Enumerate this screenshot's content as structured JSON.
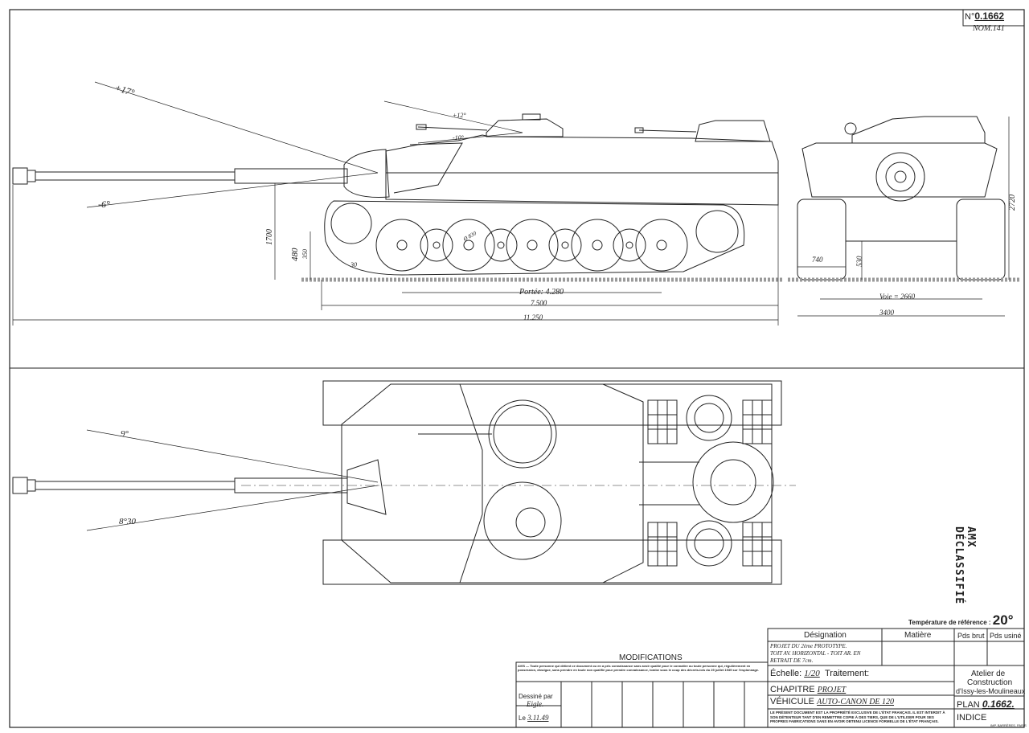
{
  "drawing": {
    "number_prefix": "N°",
    "number": "0.1662",
    "nomenclature": "NOM.141",
    "reference_temperature_label": "Température de référence :",
    "reference_temperature": "20°"
  },
  "side_view": {
    "angles": {
      "elevation": "+17°",
      "depression": "-6°",
      "mg_up": "+12°",
      "mg_down": "-10°"
    },
    "dims": {
      "height": "1700",
      "ground_clearance": "480",
      "ground_clearance2": "350",
      "wheel_diam": "Ø 830",
      "track_contact": "Portée: 4.280",
      "hull_length": "7.500",
      "overall_length": "11.250",
      "small": "30"
    }
  },
  "front_view": {
    "dims": {
      "height": "2720",
      "track_width": "740",
      "clearance": "530",
      "track_gauge": "Voie = 2660",
      "width": "3400"
    }
  },
  "top_view": {
    "angles": {
      "left": "9°",
      "right": "8°30"
    }
  },
  "title_block": {
    "modifications_title": "MODIFICATIONS",
    "warning_text": "AVIS — Toute personne qui détient ce document ou en a pris connaissance sans avoir qualité pour le connaître ou toute personne qui, régulièrement en possession, divulgue, sans prendre en toute non qualifié pour prendre connaissance, tombe sous le coup des décrets-lois du 29 juillet 1939 sur l'espionnage.",
    "drawn_by_label": "Dessiné par",
    "drawn_by": "Eigle.",
    "date_label": "Le",
    "date": "3.11.49",
    "designation_label": "Désignation",
    "material_label": "Matière",
    "gross_weight_label": "Pds brut",
    "machined_weight_label": "Pds usiné",
    "designation_lines": [
      "PROJET DU 2ème PROTOTYPE.",
      "TOIT AV. HORIZONTAL - TOIT AR. EN",
      "RETRAIT DE 7cm."
    ],
    "scale_label": "Échelle:",
    "scale": "1/20",
    "treatment_label": "Traitement:",
    "chapter_label": "CHAPITRE",
    "chapter": "PROJET",
    "vehicle_label": "VÉHICULE",
    "vehicle": "AUTO-CANON DE 120",
    "plan_label": "PLAN",
    "plan": "0.1662.",
    "index_label": "INDICE",
    "workshop": [
      "Atelier de",
      "Construction",
      "d'Issy-les-Moulineaux"
    ],
    "property_notice": "LE PRÉSENT DOCUMENT EST LA PROPRIÉTÉ EXCLUSIVE DE L'ÉTAT FRANÇAIS. IL EST INTERDIT À SON DÉTENTEUR TANT D'EN REMETTRE COPIE À DES TIERS, QUE DE L'UTILISER POUR SES PROPRES FABRICATIONS SANS EN AVOIR OBTENU LICENCE FORMELLE DE L'ÉTAT FRANÇAIS.",
    "printer": "IMP. BARRÈRES. PARIS"
  },
  "stamp": {
    "text": "AMX DÉCLASSIFIÉ"
  },
  "colors": {
    "ink": "#222222",
    "paper": "#ffffff",
    "ground": "#9a9a9a"
  }
}
